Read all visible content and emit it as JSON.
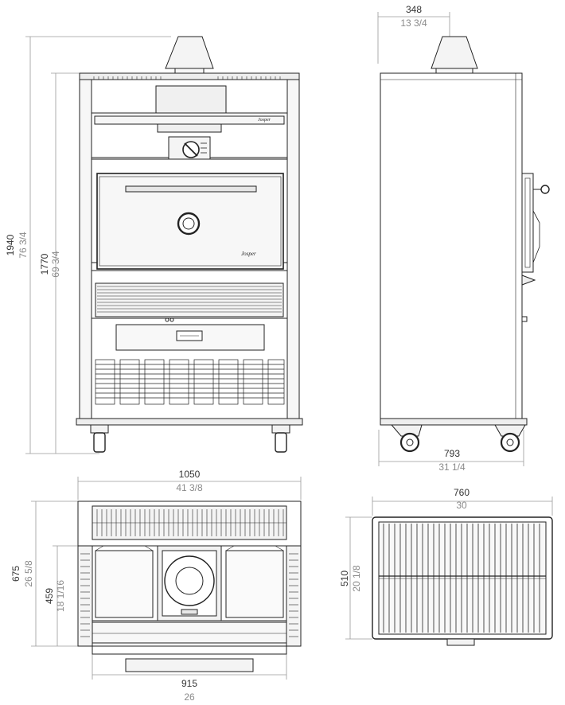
{
  "colors": {
    "line": "#222222",
    "dimline": "#9a9a9a",
    "text": "#333333",
    "subtext": "#8a8a8a",
    "fill": "#f2f2f2",
    "dark": "#444444"
  },
  "brand": "Josper",
  "dimensions": {
    "overall_height": {
      "mm": "1940",
      "in": "76 3/4"
    },
    "body_height": {
      "mm": "1770",
      "in": "69 3/4"
    },
    "chimney_width": {
      "mm": "348",
      "in": "13 3/4"
    },
    "depth": {
      "mm": "793",
      "in": "31 1/4"
    },
    "width": {
      "mm": "1050",
      "in": "41 3/8"
    },
    "top_depth": {
      "mm": "675",
      "in": "26 5/8"
    },
    "inner_depth": {
      "mm": "459",
      "in": "18 1/16"
    },
    "inner_width": {
      "mm": "915",
      "in": "26"
    },
    "grill_width": {
      "mm": "760",
      "in": "30"
    },
    "grill_depth": {
      "mm": "510",
      "in": "20 1/8"
    }
  }
}
